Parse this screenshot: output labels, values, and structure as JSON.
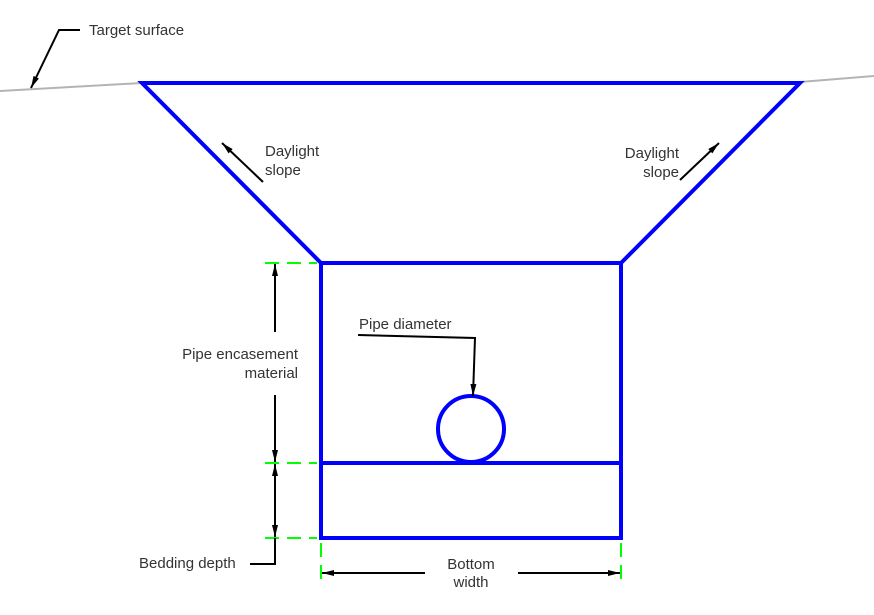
{
  "labels": {
    "target_surface": "Target surface",
    "daylight_left_1": "Daylight",
    "daylight_left_2": "slope",
    "daylight_right_1": "Daylight",
    "daylight_right_2": "slope",
    "pipe_diameter": "Pipe diameter",
    "encasement_1": "Pipe encasement",
    "encasement_2": "material",
    "bedding_depth": "Bedding depth",
    "bottom_1": "Bottom",
    "bottom_2": "width"
  },
  "colors": {
    "trench": "#0000ff",
    "surface": "#b4b4b4",
    "dimension": "#00ff00",
    "leader": "#000000"
  }
}
